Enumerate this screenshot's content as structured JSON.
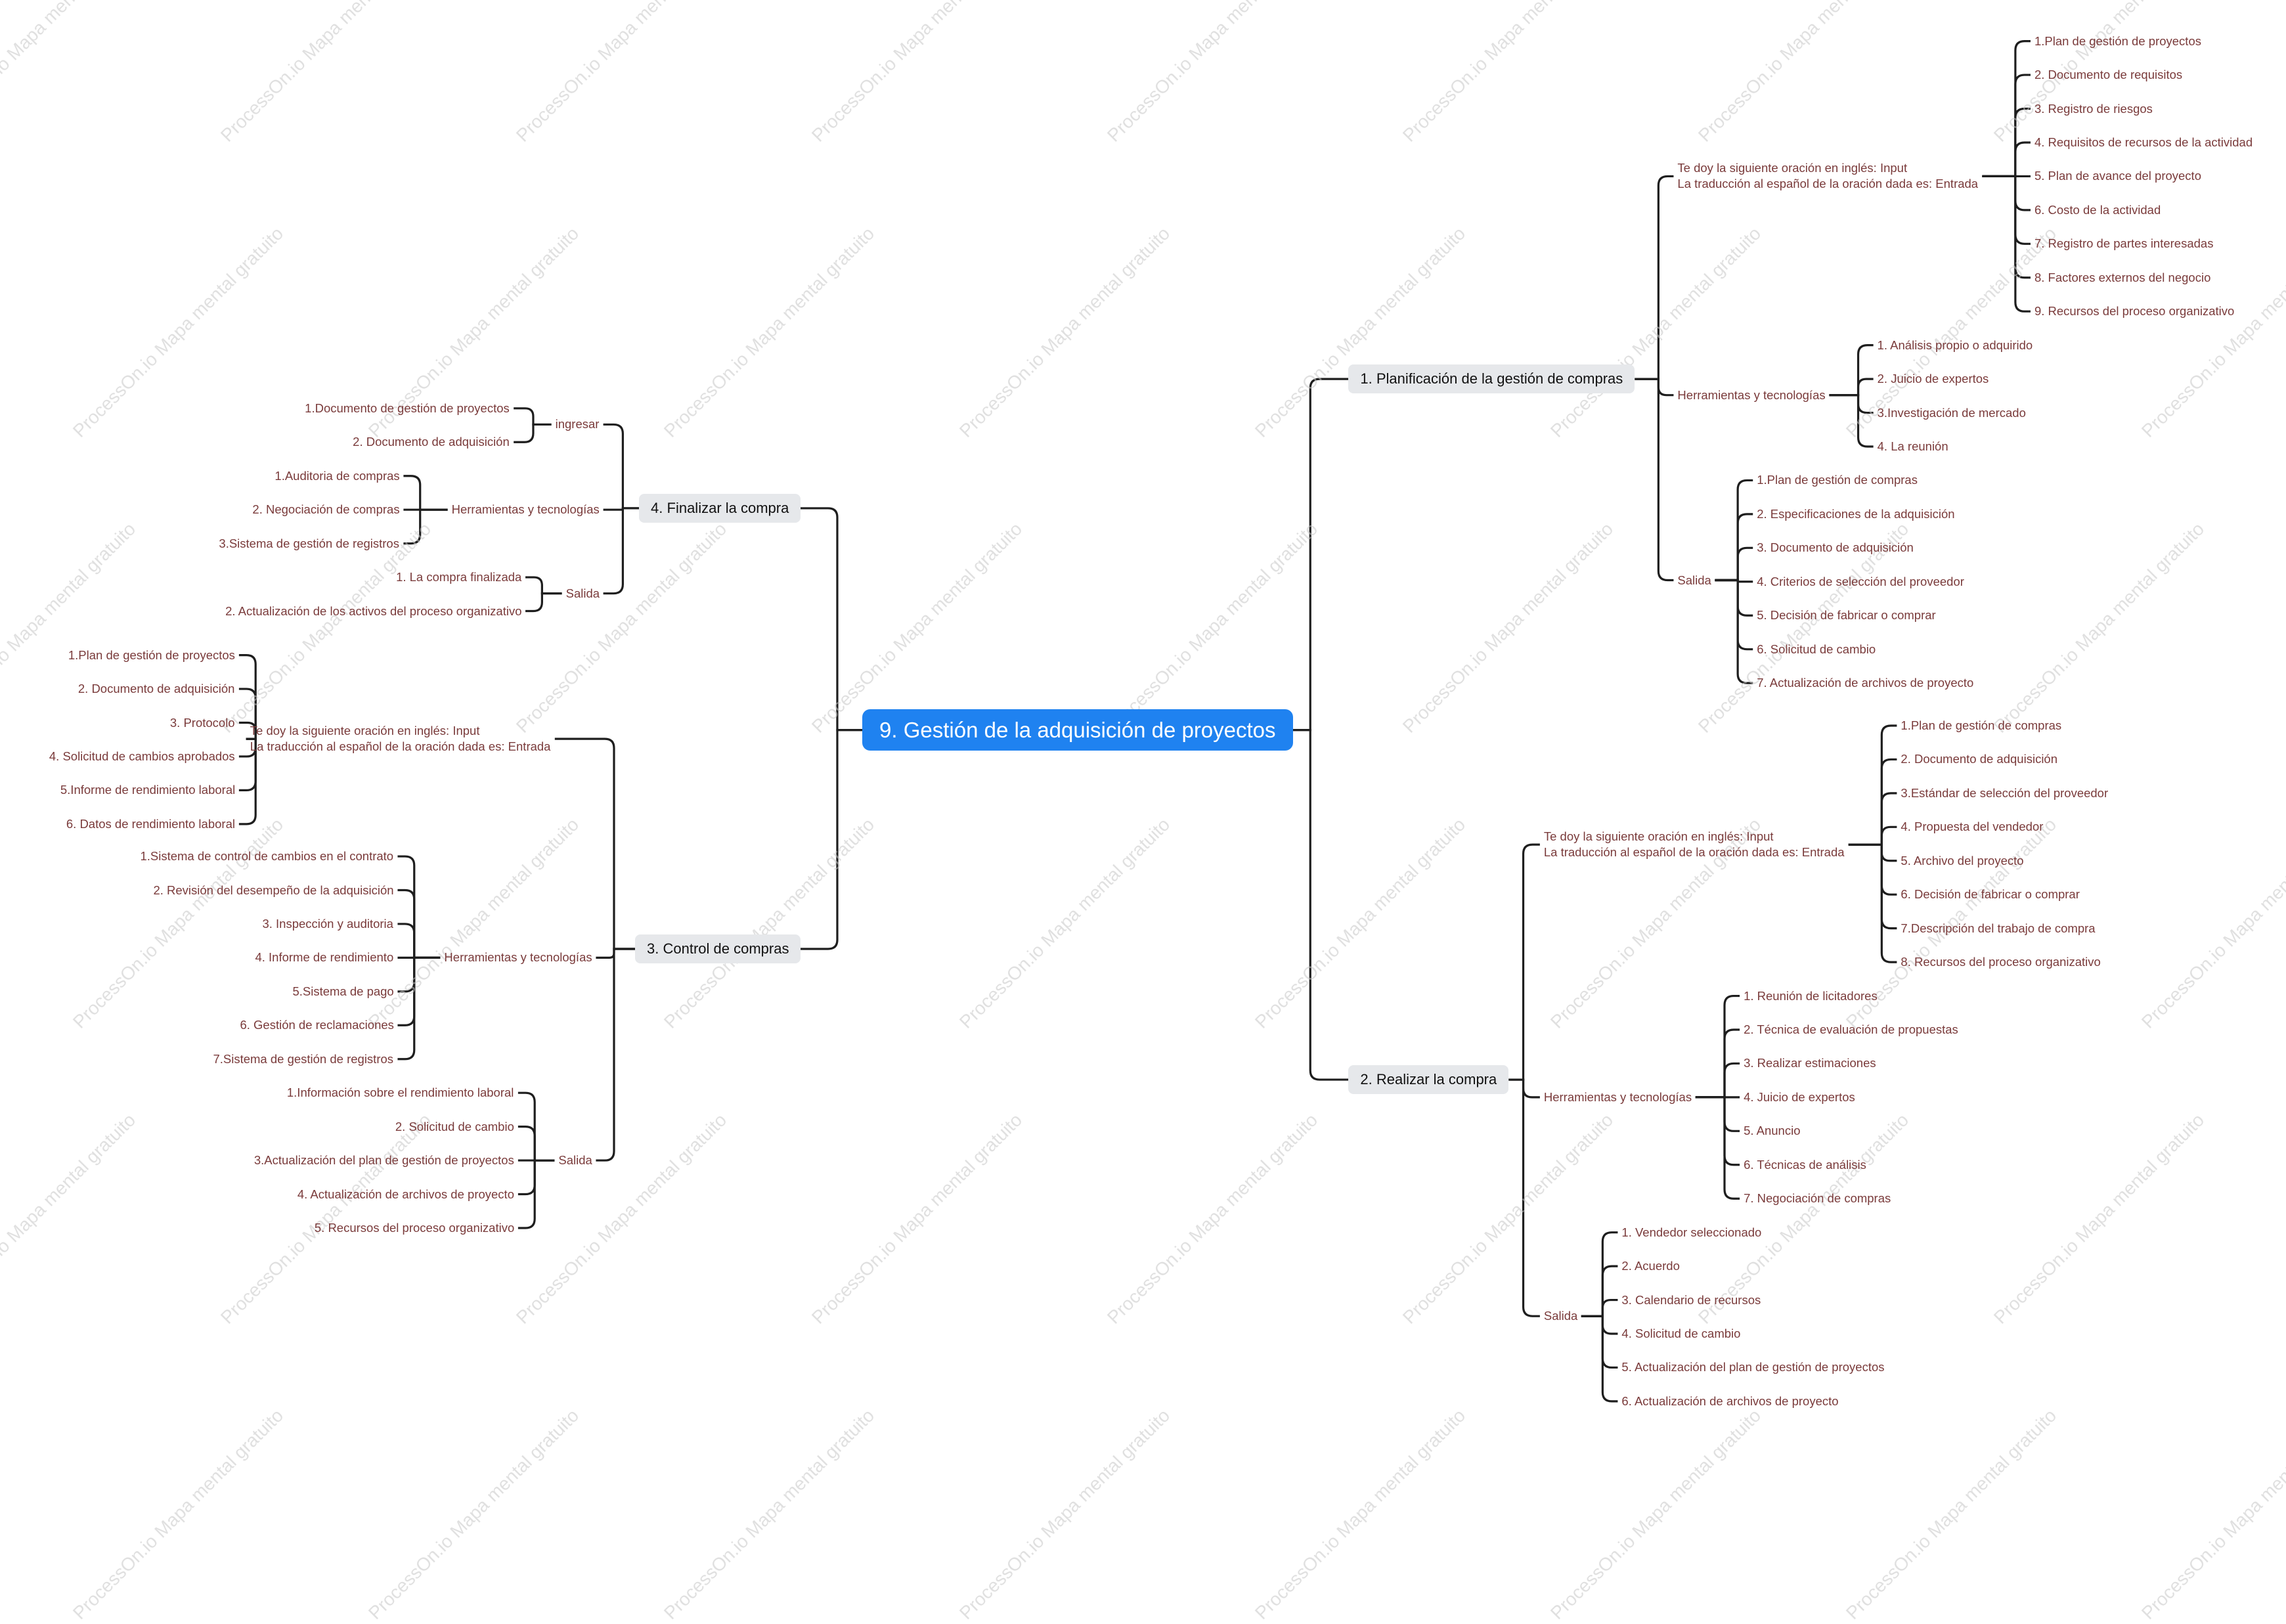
{
  "root": {
    "title": "9. Gestión de la adquisición de proyectos"
  },
  "watermark": {
    "text": "ProcessOn.io Mapa mental gratuito"
  },
  "branches": {
    "planificacion": {
      "title": "1. Planificación de la gestión de compras",
      "entrada": {
        "label": [
          "Te doy la siguiente oración en inglés: Input",
          "La traducción al español de la oración dada es: Entrada"
        ],
        "items": [
          "1.Plan de gestión de proyectos",
          "2. Documento de requisitos",
          "3. Registro de riesgos",
          "4. Requisitos de recursos de la actividad",
          "5. Plan de avance del proyecto",
          "6. Costo de la actividad",
          "7. Registro de partes interesadas",
          "8. Factores externos del negocio",
          "9. Recursos del proceso organizativo"
        ]
      },
      "herramientas": {
        "label": "Herramientas y tecnologías",
        "items": [
          "1. Análisis propio o adquirido",
          "2. Juicio de expertos",
          "3.Investigación de mercado",
          "4. La reunión"
        ]
      },
      "salida": {
        "label": "Salida",
        "items": [
          "1.Plan de gestión de compras",
          "2. Especificaciones de la adquisición",
          "3. Documento de adquisición",
          "4. Criterios de selección del proveedor",
          "5. Decisión de fabricar o comprar",
          "6. Solicitud de cambio",
          "7. Actualización de archivos de proyecto"
        ]
      }
    },
    "realizar": {
      "title": "2. Realizar la compra",
      "entrada": {
        "label": [
          "Te doy la siguiente oración en inglés: Input",
          "La traducción al español de la oración dada es: Entrada"
        ],
        "items": [
          "1.Plan de gestión de compras",
          "2. Documento de adquisición",
          "3.Estándar de selección del proveedor",
          "4. Propuesta del vendedor",
          "5. Archivo del proyecto",
          "6. Decisión de fabricar o comprar",
          "7.Descripción del trabajo de compra",
          "8. Recursos del proceso organizativo"
        ]
      },
      "herramientas": {
        "label": "Herramientas y tecnologías",
        "items": [
          "1. Reunión de licitadores",
          "2. Técnica de evaluación de propuestas",
          "3. Realizar estimaciones",
          "4. Juicio de expertos",
          "5. Anuncio",
          "6. Técnicas de análisis",
          "7. Negociación de compras"
        ]
      },
      "salida": {
        "label": "Salida",
        "items": [
          "1. Vendedor seleccionado",
          "2. Acuerdo",
          "3. Calendario de recursos",
          "4. Solicitud de cambio",
          "5. Actualización del plan de gestión de proyectos",
          "6. Actualización de archivos de proyecto"
        ]
      }
    },
    "control": {
      "title": "3. Control de compras",
      "entrada": {
        "label": [
          "Te doy la siguiente oración en inglés: Input",
          "La traducción al español de la oración dada es: Entrada"
        ],
        "items": [
          "1.Plan de gestión de proyectos",
          "2. Documento de adquisición",
          "3. Protocolo",
          "4. Solicitud de cambios aprobados",
          "5.Informe de rendimiento laboral",
          "6. Datos de rendimiento laboral"
        ]
      },
      "herramientas": {
        "label": "Herramientas y tecnologías",
        "items": [
          "1.Sistema de control de cambios en el contrato",
          "2. Revisión del desempeño de la adquisición",
          "3. Inspección y auditoria",
          "4. Informe de rendimiento",
          "5.Sistema de pago",
          "6. Gestión de reclamaciones",
          "7.Sistema de gestión de registros"
        ]
      },
      "salida": {
        "label": "Salida",
        "items": [
          "1.Información sobre el rendimiento laboral",
          "2. Solicitud de cambio",
          "3.Actualización del plan de gestión de proyectos",
          "4. Actualización de archivos de proyecto",
          "5. Recursos del proceso organizativo"
        ]
      }
    },
    "finalizar": {
      "title": "4. Finalizar la compra",
      "ingresar": {
        "label": "ingresar",
        "items": [
          "1.Documento de gestión de proyectos",
          "2. Documento de adquisición"
        ]
      },
      "herramientas": {
        "label": "Herramientas y tecnologías",
        "items": [
          "1.Auditoria de compras",
          "2. Negociación de compras",
          "3.Sistema de gestión de registros"
        ]
      },
      "salida": {
        "label": "Salida",
        "items": [
          "1. La compra finalizada",
          "2. Actualización de los activos del proceso organizativo"
        ]
      }
    }
  }
}
